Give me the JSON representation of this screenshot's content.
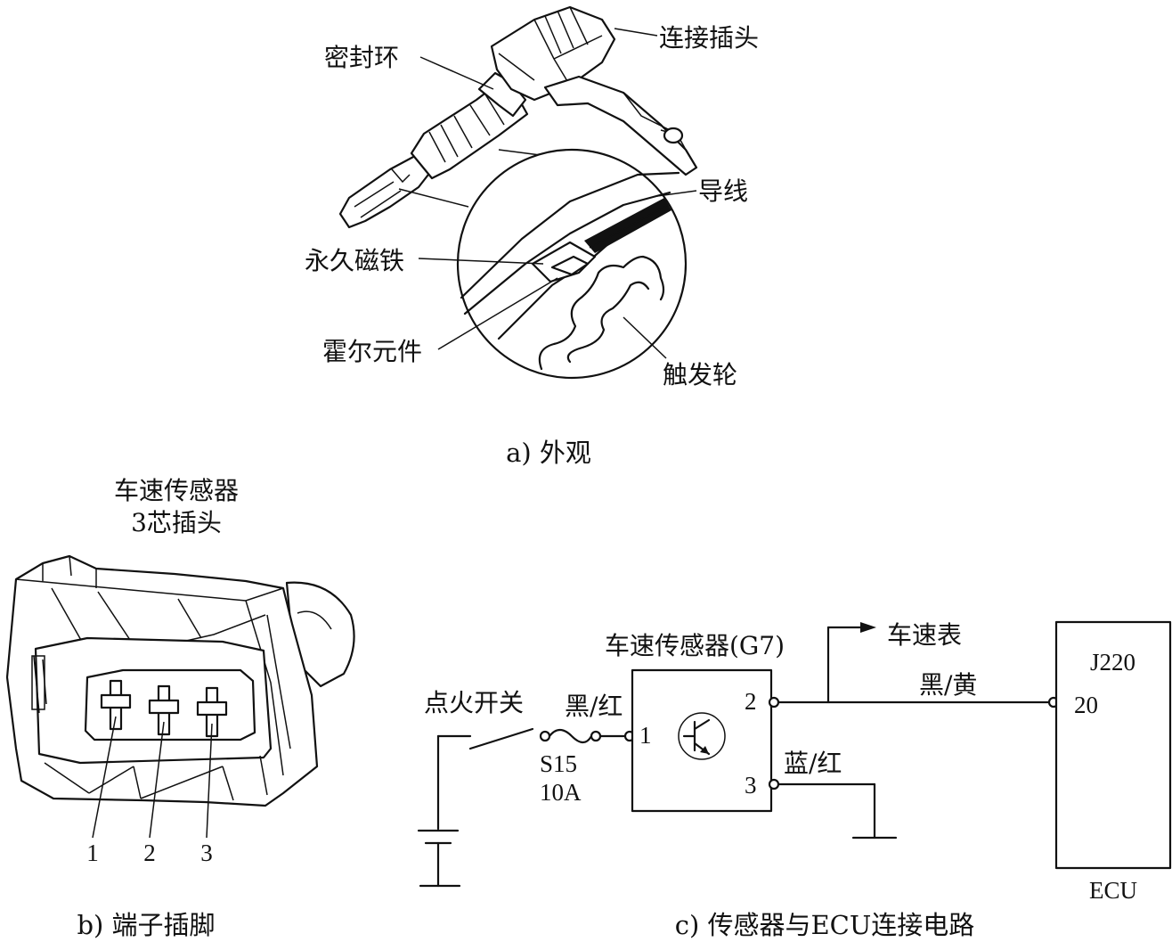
{
  "figure_a": {
    "caption": "a) 外观",
    "labels": {
      "connector_plug": "连接插头",
      "seal_ring": "密封环",
      "wire": "导线",
      "permanent_magnet": "永久磁铁",
      "hall_element": "霍尔元件",
      "trigger_wheel": "触发轮"
    }
  },
  "figure_b": {
    "caption": "b) 端子插脚",
    "title_line1": "车速传感器",
    "title_line2": "3芯插头",
    "pins": [
      "1",
      "2",
      "3"
    ]
  },
  "figure_c": {
    "caption": "c) 传感器与ECU连接电路",
    "sensor_title": "车速传感器(G7)",
    "speedometer": "车速表",
    "ignition_switch": "点火开关",
    "wire_black_red": "黑/红",
    "wire_black_yellow": "黑/黄",
    "wire_blue_red": "蓝/红",
    "fuse_name": "S15",
    "fuse_rating": "10A",
    "sensor_pins": [
      "1",
      "2",
      "3"
    ],
    "ecu_code": "J220",
    "ecu_pin": "20",
    "ecu_label": "ECU"
  }
}
